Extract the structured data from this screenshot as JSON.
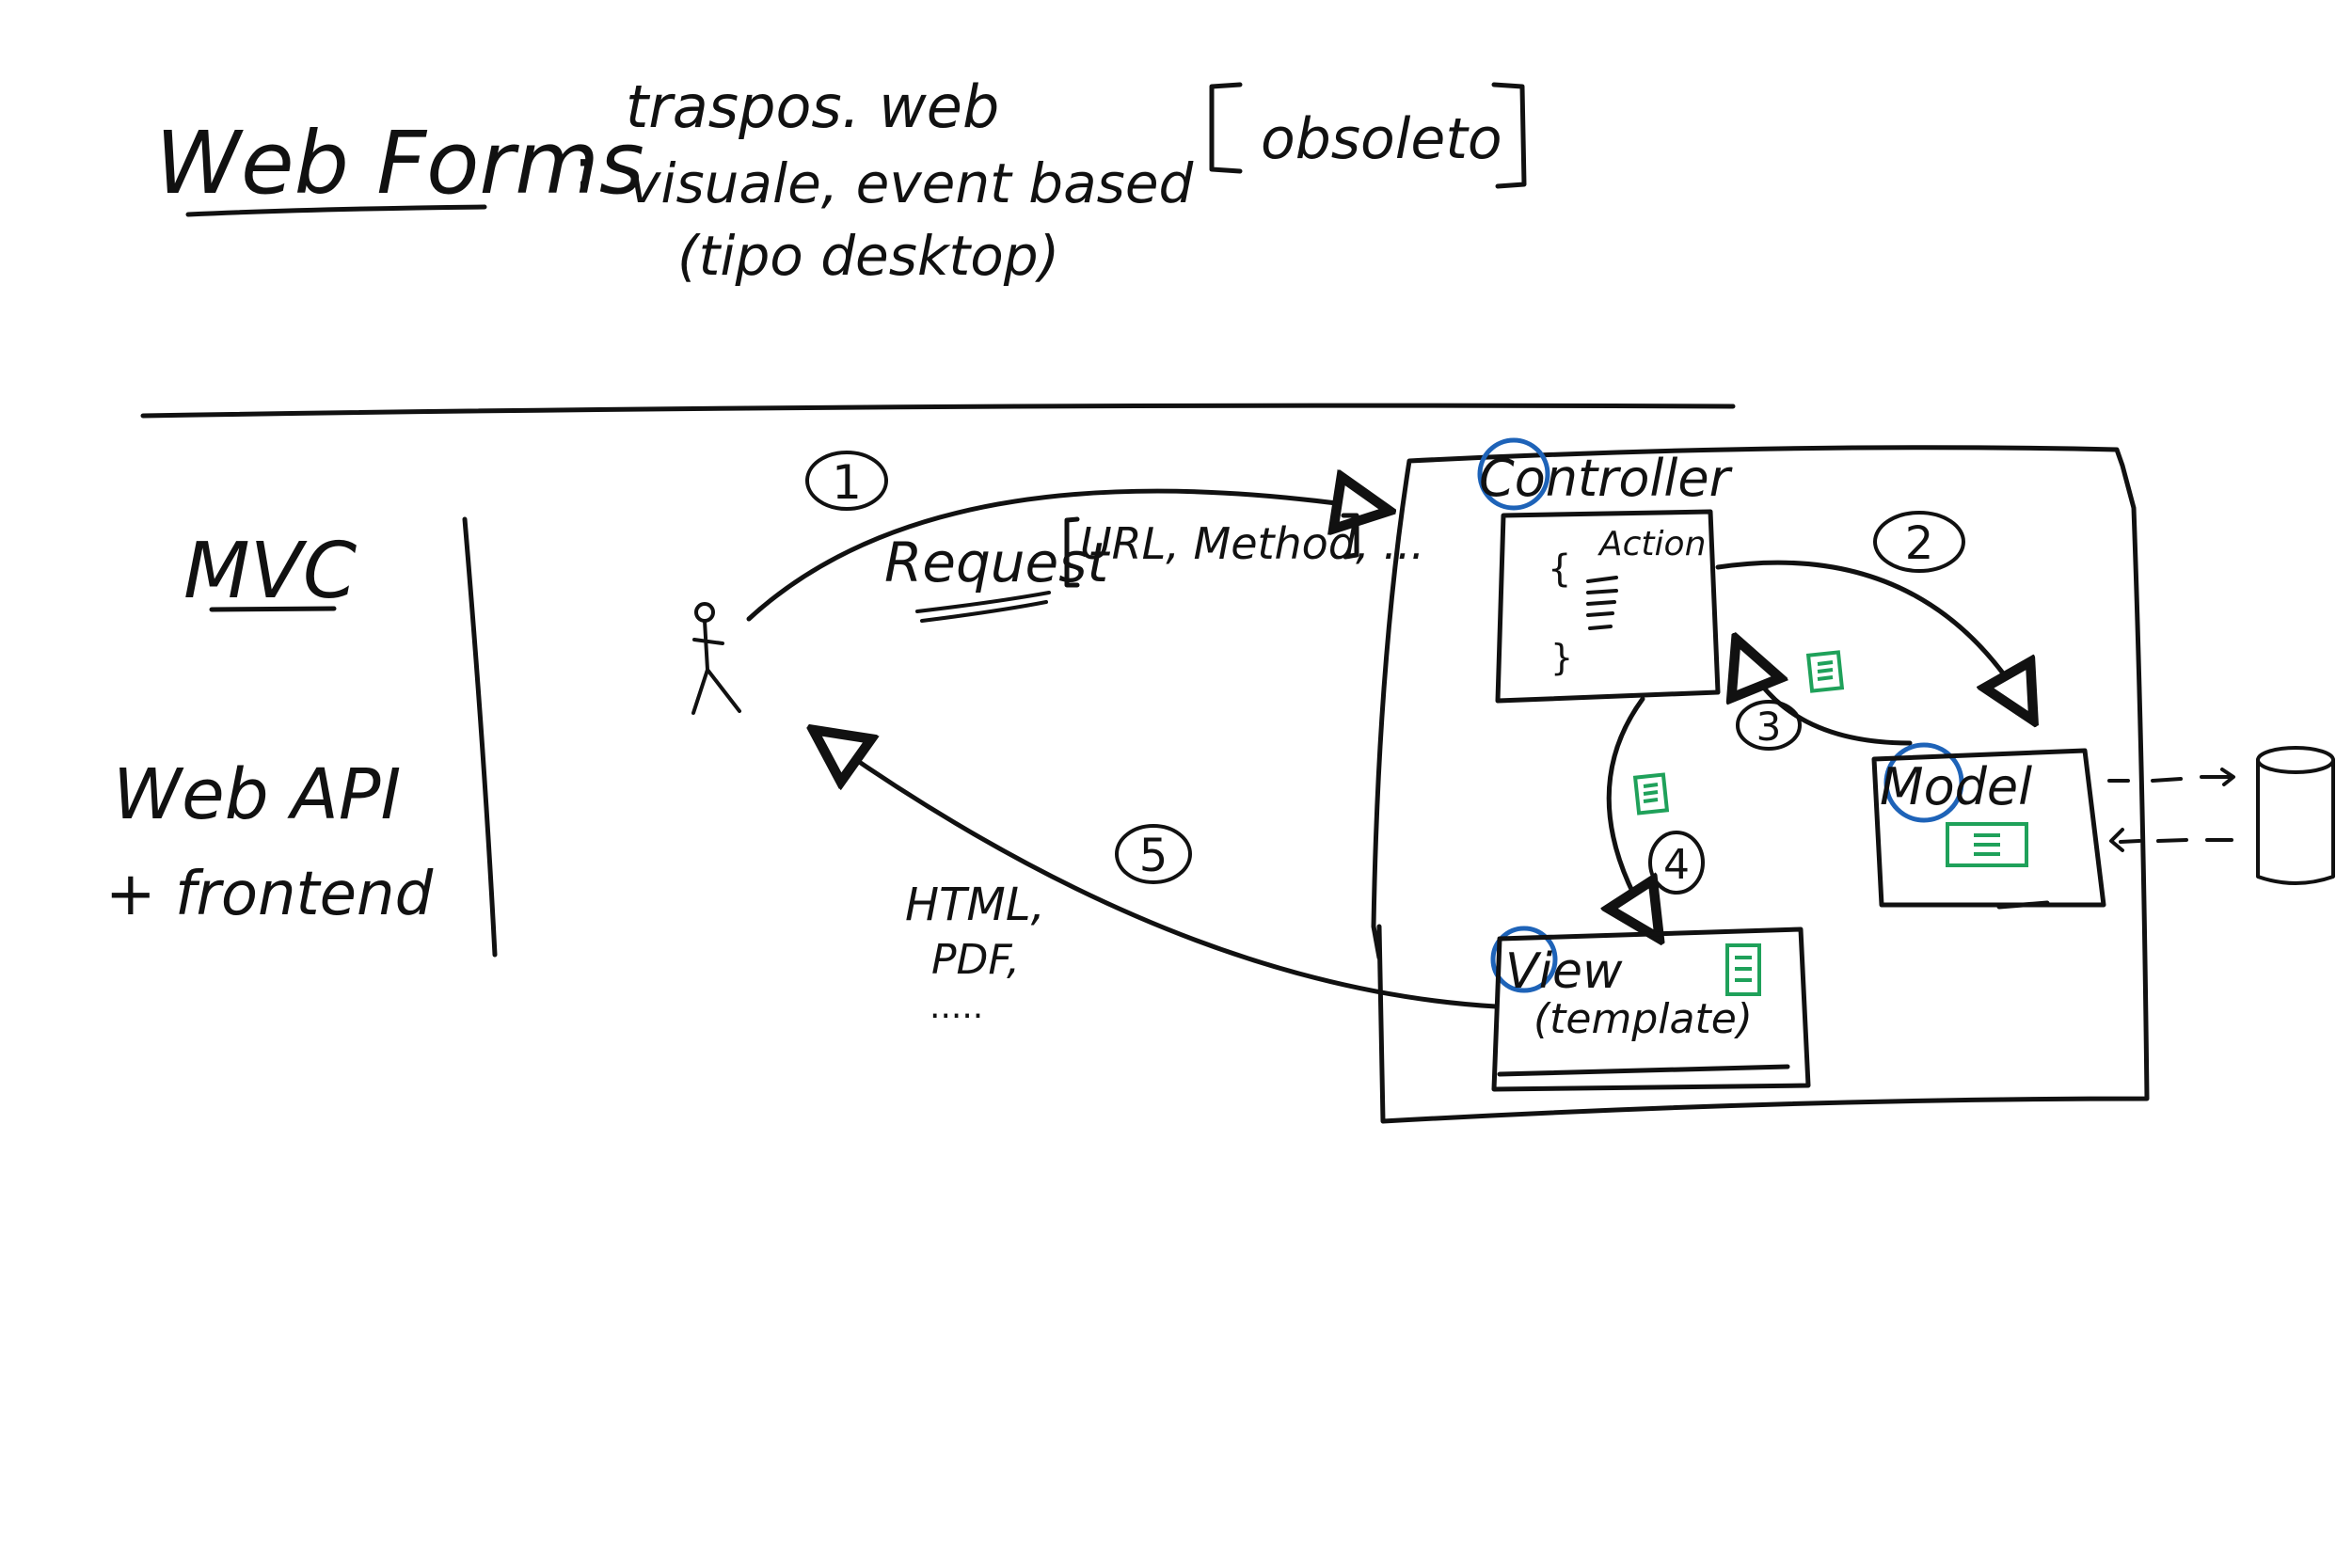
{
  "header": {
    "title": "Web Forms",
    "separator": ":",
    "line1": "traspos. web",
    "line2": "visuale, event based",
    "line3": "(tipo desktop)",
    "bracket_note": "obsoleto"
  },
  "sidebar": {
    "mvc": "MVC",
    "webapi": "Web API",
    "frontend": "+ frontend"
  },
  "diagram": {
    "step1": "1",
    "step2": "2",
    "step3": "3",
    "step4": "4",
    "step5": "5",
    "request_label": "Request",
    "request_params": "URL, Method, ...",
    "controller": "Controller",
    "action": "Action",
    "model": "Model",
    "view": "View",
    "view_sub": "(template)",
    "response_formats": [
      "HTML,",
      "PDF,",
      "....."
    ]
  },
  "colors": {
    "ink": "#111111",
    "highlight": "#1e63b8",
    "model_data": "#1fa15a"
  }
}
